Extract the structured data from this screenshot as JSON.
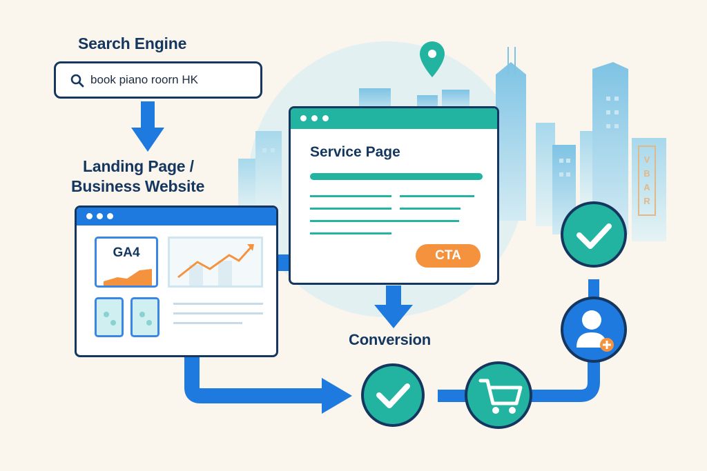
{
  "search_engine": {
    "heading": "Search Engine",
    "query": "book piano roorn HK",
    "icon": "search-icon"
  },
  "landing": {
    "heading_line1": "Landing Page /",
    "heading_line2": "Business Website",
    "analytics_label": "GA4",
    "icons": [
      "ga4-chart-icon",
      "trend-chart-icon"
    ]
  },
  "service_page": {
    "title": "Service Page",
    "cta_label": "CTA"
  },
  "conversion": {
    "label": "Conversion",
    "icons": [
      "check-icon",
      "shopping-cart-icon",
      "user-add-icon",
      "check-icon"
    ]
  },
  "background": {
    "map_pin": "map-pin-icon",
    "sign_text": "VBAR"
  },
  "colors": {
    "navy": "#14365f",
    "blue": "#1f7ae0",
    "teal": "#22b4a0",
    "orange": "#f5923e",
    "cream": "#faf6ee"
  }
}
